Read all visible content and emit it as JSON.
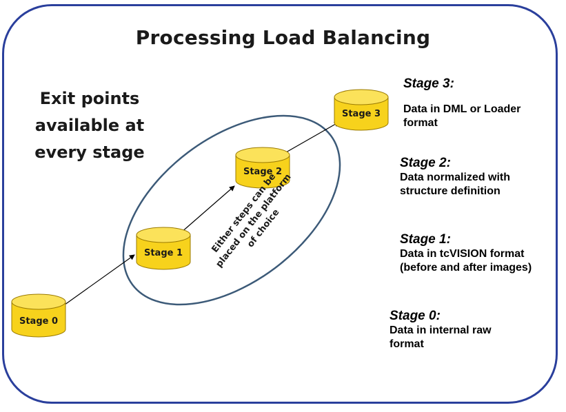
{
  "title": "Processing Load Balancing",
  "exit_points": [
    "Exit points",
    "available at",
    "every stage"
  ],
  "cylinders": [
    "Stage 0",
    "Stage 1",
    "Stage 2",
    "Stage 3"
  ],
  "note": [
    "Either steps can be",
    "placed on the platform",
    "of choice"
  ],
  "stages": [
    {
      "heading": "Stage 3:",
      "desc": [
        "Data in DML or Loader",
        "format"
      ]
    },
    {
      "heading": "Stage 2:",
      "desc": [
        "Data normalized with",
        "structure definition"
      ]
    },
    {
      "heading": "Stage 1:",
      "desc": [
        "Data in tcVISION format",
        "(before and after images)"
      ]
    },
    {
      "heading": "Stage 0:",
      "desc": [
        "Data in internal raw",
        "format"
      ]
    }
  ],
  "colors": {
    "border": "#2a3f9c",
    "ellipse": "#3c5a78",
    "cylinder_fill": "#f7d21c",
    "cylinder_top": "#fbe25a",
    "cylinder_edge": "#9a7a00"
  }
}
